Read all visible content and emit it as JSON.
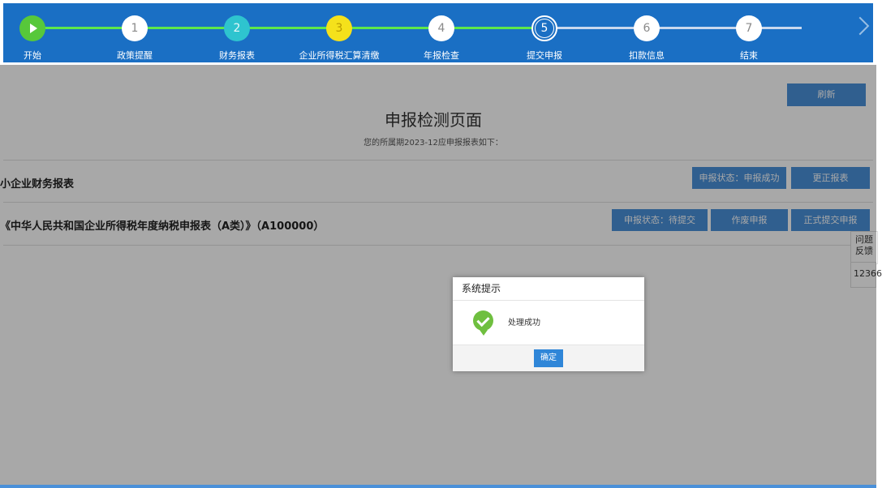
{
  "steps": [
    {
      "num": "",
      "label": "开始"
    },
    {
      "num": "1",
      "label": "政策提醒"
    },
    {
      "num": "2",
      "label": "财务报表"
    },
    {
      "num": "3",
      "label": "企业所得税汇算清缴"
    },
    {
      "num": "4",
      "label": "年报检查"
    },
    {
      "num": "5",
      "label": "提交申报"
    },
    {
      "num": "6",
      "label": "扣款信息"
    },
    {
      "num": "7",
      "label": "结束"
    }
  ],
  "header": {
    "refresh_label": "刷新",
    "title": "申报检测页面",
    "subtitle": "您的所属期2023-12应申报报表如下："
  },
  "reports": [
    {
      "name": "小企业财务报表",
      "status": "申报状态：申报成功",
      "actions": [
        "更正报表"
      ]
    },
    {
      "name": "《中华人民共和国企业所得税年度纳税申报表（A类）》（A100000）",
      "status": "申报状态：待提交",
      "actions": [
        "作废申报",
        "正式提交申报"
      ]
    }
  ],
  "feedback": {
    "label": "问题反馈",
    "phone": "12366"
  },
  "dialog": {
    "title": "系统提示",
    "message": "处理成功",
    "ok_label": "确定"
  },
  "colors": {
    "stepbar": "#1a6fc4",
    "button": "#4a90d9",
    "success": "#6fbf3f"
  }
}
